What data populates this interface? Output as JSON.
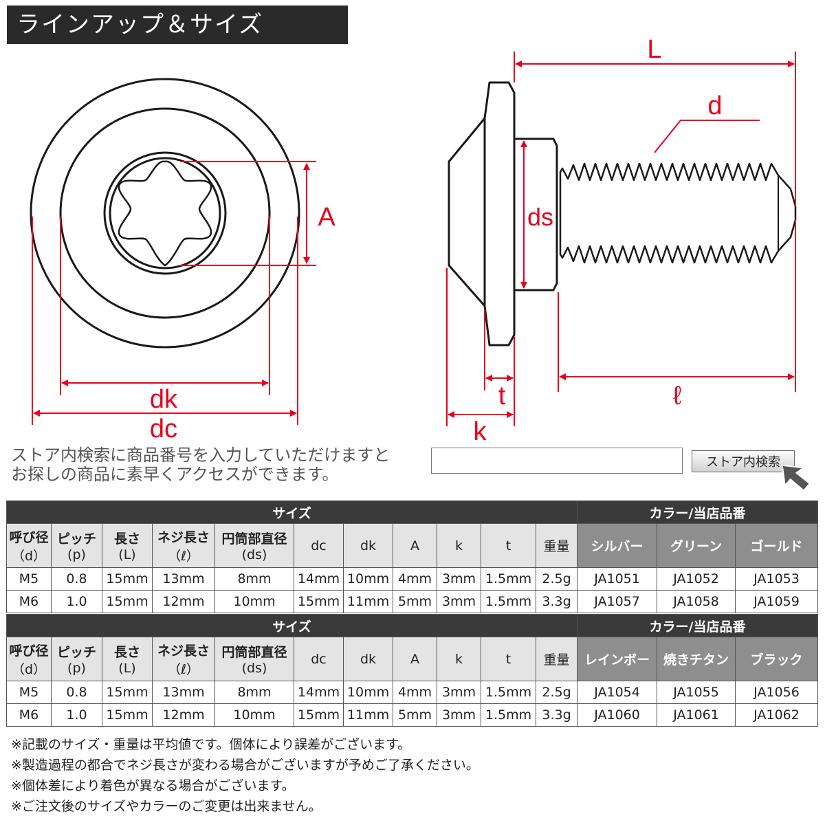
{
  "header": {
    "title": "ラインアップ＆サイズ"
  },
  "diagram": {
    "labels": {
      "A": "A",
      "dk": "dk",
      "dc": "dc",
      "L": "L",
      "d": "d",
      "ds": "ds",
      "t": "t",
      "k": "k",
      "l": "ℓ"
    },
    "colors": {
      "dimension": "#e8001c",
      "outline": "#1a1a1a"
    }
  },
  "search": {
    "line1": "ストア内検索に商品番号を入力していただけますと",
    "line2": "お探しの商品に素早くアクセスができます。",
    "placeholder": "",
    "button_label": "ストア内検索"
  },
  "tables": [
    {
      "size_header": "サイズ",
      "color_header": "カラー/当店品番",
      "columns": [
        {
          "main": "呼び径",
          "sub": "（d）"
        },
        {
          "main": "ピッチ",
          "sub": "(p)"
        },
        {
          "main": "長さ",
          "sub": "(L)"
        },
        {
          "main": "ネジ長さ",
          "sub": "（ℓ）"
        },
        {
          "main": "円筒部直径",
          "sub": "(ds)"
        },
        {
          "main": "dc"
        },
        {
          "main": "dk"
        },
        {
          "main": "A"
        },
        {
          "main": "k"
        },
        {
          "main": "t"
        },
        {
          "main": "重量"
        }
      ],
      "colors": [
        "シルバー",
        "グリーン",
        "ゴールド"
      ],
      "rows": [
        [
          "M5",
          "0.8",
          "15mm",
          "13mm",
          "8mm",
          "14mm",
          "10mm",
          "4mm",
          "3mm",
          "1.5mm",
          "2.5g",
          "JA1051",
          "JA1052",
          "JA1053"
        ],
        [
          "M6",
          "1.0",
          "15mm",
          "12mm",
          "10mm",
          "15mm",
          "11mm",
          "5mm",
          "3mm",
          "1.5mm",
          "3.3g",
          "JA1057",
          "JA1058",
          "JA1059"
        ]
      ]
    },
    {
      "size_header": "サイズ",
      "color_header": "カラー/当店品番",
      "columns": [
        {
          "main": "呼び径",
          "sub": "（d）"
        },
        {
          "main": "ピッチ",
          "sub": "(p)"
        },
        {
          "main": "長さ",
          "sub": "(L)"
        },
        {
          "main": "ネジ長さ",
          "sub": "（ℓ）"
        },
        {
          "main": "円筒部直径",
          "sub": "(ds)"
        },
        {
          "main": "dc"
        },
        {
          "main": "dk"
        },
        {
          "main": "A"
        },
        {
          "main": "k"
        },
        {
          "main": "t"
        },
        {
          "main": "重量"
        }
      ],
      "colors": [
        "レインボー",
        "焼きチタン",
        "ブラック"
      ],
      "rows": [
        [
          "M5",
          "0.8",
          "15mm",
          "13mm",
          "8mm",
          "14mm",
          "10mm",
          "4mm",
          "3mm",
          "1.5mm",
          "2.5g",
          "JA1054",
          "JA1055",
          "JA1056"
        ],
        [
          "M6",
          "1.0",
          "15mm",
          "12mm",
          "10mm",
          "15mm",
          "11mm",
          "5mm",
          "3mm",
          "1.5mm",
          "3.3g",
          "JA1060",
          "JA1061",
          "JA1062"
        ]
      ]
    }
  ],
  "notes": [
    "※記載のサイズ・重量は平均値です。個体により誤差がございます。",
    "※製造過程の都合でネジ長さが変わる場合がございますが予めご了承ください。",
    "※個体差により着色が異なる場合がございます。",
    "※ご注文後のサイズやカラーのご変更は出来ません。"
  ]
}
